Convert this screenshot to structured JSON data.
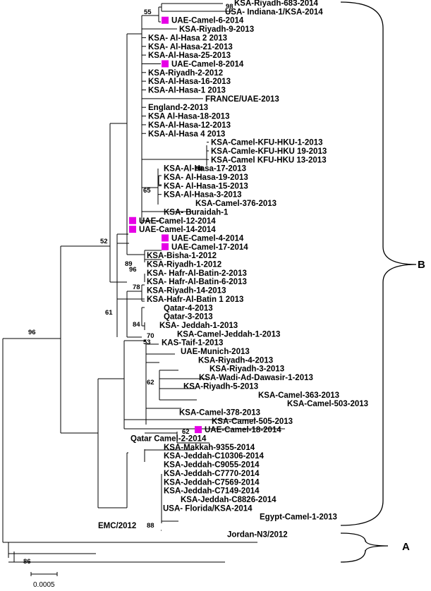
{
  "marker_color": "#e600e6",
  "leaves": [
    "KSA-Riyadh-683-2014",
    "USA- Indiana-1/KSA-2014",
    "UAE-Camel-6-2014",
    "KSA-Riyadh-9-2013",
    "KSA- Al-Hasa 2 2013",
    "KSA- Al-Hasa-21-2013",
    "KSA-Al-Hasa-25-2013",
    "UAE-Camel-8-2014",
    "KSA-Riyadh-2-2012",
    "KSA-Al-Hasa-16-2013",
    "KSA-Al-Hasa-1 2013",
    "FRANCE/UAE-2013",
    "England-2-2013",
    "KSA Al-Hasa-18-2013",
    "KSA-Al-Hasa-12-2013",
    "KSA-Al-Hasa 4 2013",
    "KSA-Camel-KFU-HKU-1-2013",
    "KSA-Camle-KFU-HKU 19-2013",
    "KSA-Camel KFU-HKU 13-2013",
    "KSA-Al-Hasa-17-2013",
    "KSA- Al-Hasa-19-2013",
    "KSA- Al-Hasa-15-2013",
    "KSA-Al-Hasa-3-2013",
    "KSA-Camel-376-2013",
    "KSA- Buraidah-1",
    "UAE-Camel-12-2014",
    "UAE-Camel-14-2014",
    "UAE-Camel-4-2014",
    "UAE-Camel-17-2014",
    "KSA-Bisha-1-2012",
    "KSA-Riyadh-1-2012",
    "KSA- Hafr-Al-Batin-2-2013",
    "KSA- Hafr-Al-Batin-6-2013",
    "KSA-Riyadh-14-2013",
    "KSA-Hafr-Al-Batin 1 2013",
    "Qatar-4-2013",
    "Qatar-3-2013",
    "KSA- Jeddah-1-2013",
    "KSA-Camel-Jeddah-1-2013",
    "KAS-Taif-1-2013",
    "UAE-Munich-2013",
    "KSA-Riyadh-4-2013",
    "KSA-Riyadh-3-2013",
    "KSA-Wadi-Ad-Dawasir-1-2013",
    "KSA-Riyadh-5-2013",
    "KSA-Camel-363-2013",
    "KSA-Camel-503-2013",
    "KSA-Camel-378-2013",
    "KSA-Camel-505-2013",
    "UAE-Camel-18-2014",
    "Qatar Camel-2-2014",
    "KSA-Makkah-9355-2014",
    "KSA-Jeddah-C10306-2014",
    "KSA-Jeddah-C9055-2014",
    "KSA-Jeddah-C7770-2014",
    "KSA-Jeddah-C7569-2014",
    "KSA-Jeddah-C7149-2014",
    "KSA-Jeddah-C8826-2014",
    "USA- Florida/KSA-2014",
    "Egypt-Camel-1-2013",
    "EMC/2012",
    "Jordan-N3/2012"
  ],
  "bootstrap": [
    "98",
    "55",
    "98",
    "65",
    "52",
    "89",
    "96",
    "78",
    "61",
    "84",
    "70",
    "53",
    "62",
    "96",
    "62",
    "88",
    "86"
  ],
  "clades": {
    "b": "B",
    "a": "A"
  },
  "scale": {
    "label": "0.0005"
  }
}
